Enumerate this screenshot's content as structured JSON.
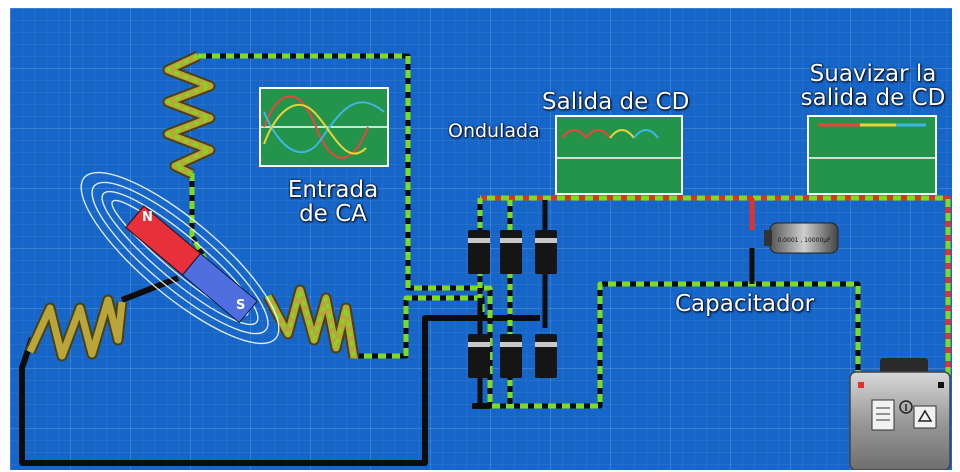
{
  "labels": {
    "ac_input_line1": "Entrada",
    "ac_input_line2": "de CA",
    "dc_output": "Salida de CD",
    "rippled": "Ondulada",
    "smooth_line1": "Suavizar la",
    "smooth_line2": "salida de CD",
    "capacitor": "Capacitador",
    "magnet_north": "N",
    "magnet_south": "S"
  },
  "capacitor_print": "0.0001 , 10000µF",
  "colors": {
    "background": "#1566c8",
    "wire_green": "#7ddc1f",
    "wire_positive": "#e23030",
    "wire_black": "#111111",
    "coil": "#b9a53a",
    "phase_red": "#e8463c",
    "phase_yellow": "#e8d23a",
    "phase_blue": "#3fb6e8",
    "scope_bg": "#23944a"
  },
  "icons": [
    "battery-icon",
    "info-icon",
    "recycle-icon",
    "document-icon"
  ]
}
